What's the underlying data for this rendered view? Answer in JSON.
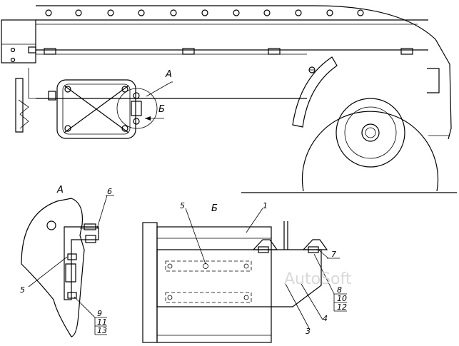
{
  "views": {
    "detail_a_marker": "А",
    "detail_b_marker": "Б",
    "detail_a_title": "А",
    "detail_b_title": "Б"
  },
  "callouts_a": [
    "6",
    "5",
    "9",
    "11",
    "13"
  ],
  "callouts_b": [
    "5",
    "1",
    "7",
    "8",
    "10",
    "12",
    "4",
    "3"
  ],
  "watermark": "AutoSoft"
}
